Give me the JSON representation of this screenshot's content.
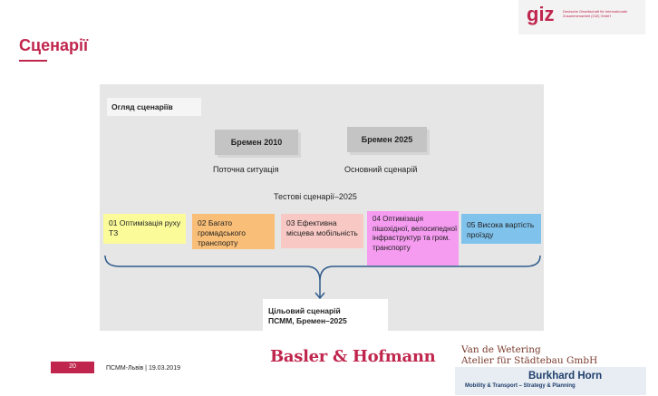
{
  "slide": {
    "title": "Сценарії",
    "page_number": "20",
    "footer": "ПСММ-Львів | 19.03.2019"
  },
  "logos": {
    "giz_mark": "giz",
    "giz_sub": "Deutsche Gesellschaft für Internationale Zusammenarbeit (GIZ) GmbH",
    "basler": "Basler & Hofmann",
    "vdw_line1": "Van de Wetering",
    "vdw_line2": "Atelier für Städtebau GmbH",
    "bh_name": "Burkhard Horn",
    "bh_sub": "Mobility & Transport – Strategy & Planning"
  },
  "diagram": {
    "overview_label": "Огляд сценаріїв",
    "year1": "Бремен 2010",
    "year1_caption": "Поточна ситуація",
    "year2": "Бремен 2025",
    "year2_caption": "Основний сценарій",
    "tests_label": "Тестові сценарії–2025",
    "scenarios": [
      {
        "text": "01 Оптимізація руху ТЗ",
        "color": "#fbfb9a"
      },
      {
        "text": "02 Багато громадського транспорту",
        "color": "#f9be77"
      },
      {
        "text": "03 Ефективна місцева мобільність",
        "color": "#f8c8c4"
      },
      {
        "text": "04 Оптимізація пішохідної, велосипедної інфраструктур та гром. транспорту",
        "color": "#f59bf0"
      },
      {
        "text": "05 Висока вартість проїзду",
        "color": "#7fc2ec"
      }
    ],
    "target_line1": "Цільовий сценарій",
    "target_line2": "ПСММ, Бремен–2025"
  }
}
